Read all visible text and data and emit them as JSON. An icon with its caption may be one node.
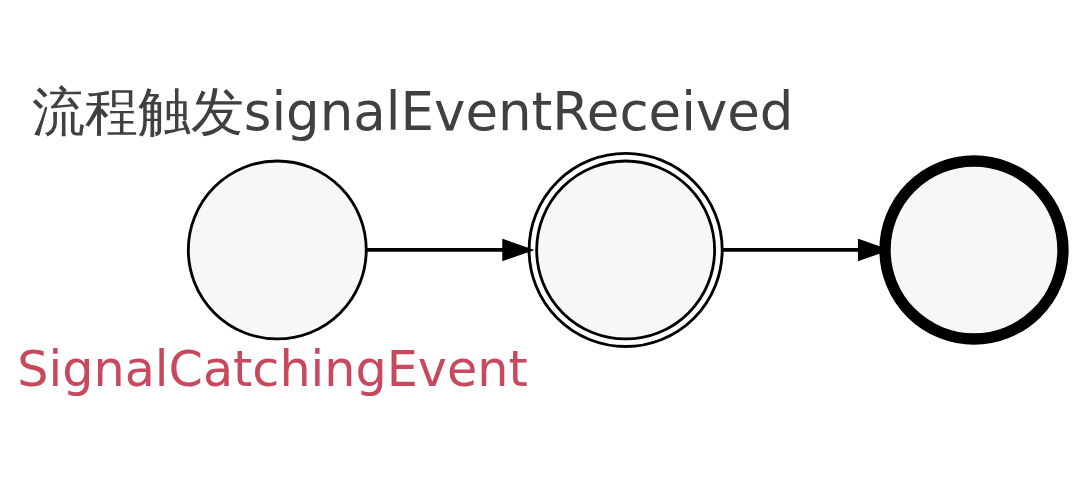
{
  "diagram": {
    "title": "流程触发signalEventReceived",
    "nodes": [
      {
        "text": [],
        "shape": "circle"
      },
      {
        "text": [],
        "shape": "circle",
        "beside": [
          "SignalCatchingEvent"
        ]
      },
      {
        "text": [],
        "shape": "circle"
      }
    ],
    "edges": [
      {
        "from": 0,
        "to": 1,
        "arrow": "to"
      },
      {
        "from": 1,
        "to": 2,
        "arrow": "to"
      }
    ]
  }
}
